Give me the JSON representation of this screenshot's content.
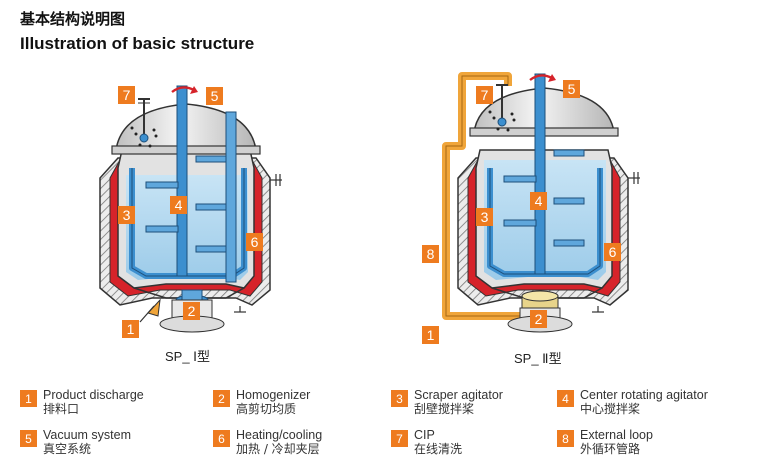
{
  "header": {
    "title_cn": "基本结构说明图",
    "title_en": "Illustration of basic structure"
  },
  "models": {
    "type1": "SP_ Ⅰ型",
    "type2": "SP_ Ⅱ型"
  },
  "badges": [
    "1",
    "2",
    "3",
    "4",
    "5",
    "6",
    "7",
    "8"
  ],
  "legend": [
    {
      "num": "1",
      "en": "Product discharge",
      "cn": "排料口"
    },
    {
      "num": "2",
      "en": "Homogenizer",
      "cn": "高剪切均质"
    },
    {
      "num": "3",
      "en": "Scraper agitator",
      "cn": "刮壁搅拌桨"
    },
    {
      "num": "4",
      "en": "Center rotating agitator",
      "cn": "中心搅拌桨"
    },
    {
      "num": "5",
      "en": "Vacuum system",
      "cn": "真空系统"
    },
    {
      "num": "6",
      "en": "Heating/cooling",
      "cn": "加热 / 冷却夹层"
    },
    {
      "num": "7",
      "en": "CIP",
      "cn": "在线清洗"
    },
    {
      "num": "8",
      "en": "External loop",
      "cn": "外循环管路"
    }
  ],
  "colors": {
    "badge": "#ee7b1f",
    "liquid": "#aed6ef",
    "jacket": "#d6232a",
    "shell": "#dcdcdc",
    "agitator": "#3c8fcf",
    "pipe": "#f0a53a"
  }
}
